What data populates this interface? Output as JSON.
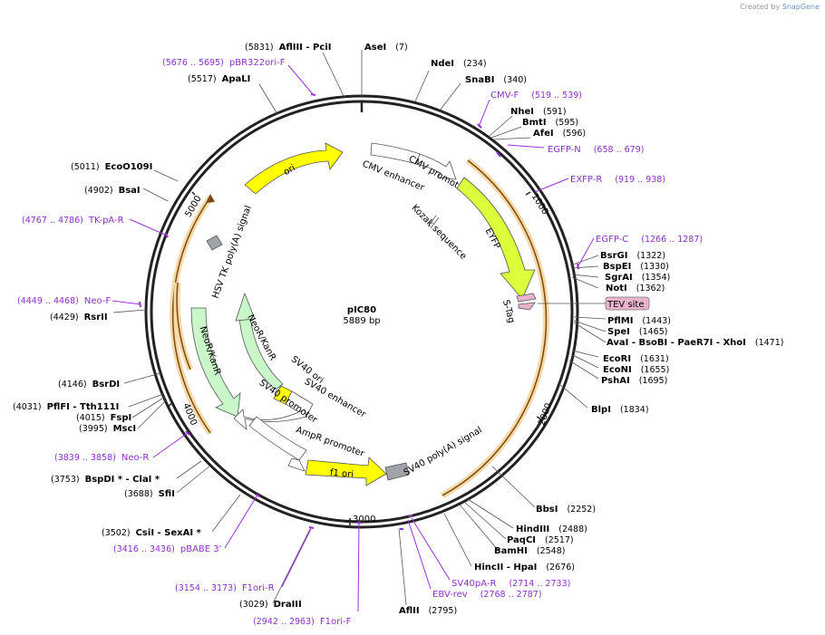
{
  "credit": {
    "prefix": "Created by",
    "brand": "SnapGene"
  },
  "plasmid": {
    "name": "pIC80",
    "length": "5889 bp"
  },
  "ticks": [
    "1000",
    "2000",
    "3000",
    "4000",
    "5000"
  ],
  "enzymes": [
    {
      "id": "afliii-pcii",
      "label": "AflIII  - PciI",
      "pos": "(5831)"
    },
    {
      "id": "asei",
      "label": "AseI",
      "pos": "(7)"
    },
    {
      "id": "ndei",
      "label": "NdeI",
      "pos": "(234)"
    },
    {
      "id": "snabi",
      "label": "SnaBI",
      "pos": "(340)"
    },
    {
      "id": "apali",
      "label": "ApaLI",
      "pos": "(5517)"
    },
    {
      "id": "nhei",
      "label": "NheI",
      "pos": "(591)"
    },
    {
      "id": "bmti",
      "label": "BmtI",
      "pos": "(595)"
    },
    {
      "id": "afei",
      "label": "AfeI",
      "pos": "(596)"
    },
    {
      "id": "ecoo109i",
      "label": "EcoO109I",
      "pos": "(5011)"
    },
    {
      "id": "bsai",
      "label": "BsaI",
      "pos": "(4902)"
    },
    {
      "id": "bsrgi",
      "label": "BsrGI",
      "pos": "(1322)"
    },
    {
      "id": "bspei",
      "label": "BspEI",
      "pos": "(1330)"
    },
    {
      "id": "sgrai",
      "label": "SgrAI",
      "pos": "(1354)"
    },
    {
      "id": "noti",
      "label": "NotI",
      "pos": "(1362)"
    },
    {
      "id": "rsrii",
      "label": "RsrII",
      "pos": "(4429)"
    },
    {
      "id": "pflmi",
      "label": "PflMI",
      "pos": "(1443)"
    },
    {
      "id": "spei",
      "label": "SpeI",
      "pos": "(1465)"
    },
    {
      "id": "avai",
      "label": "AvaI   - BsoBI   - PaeR7I   - XhoI",
      "pos": "(1471)"
    },
    {
      "id": "ecori",
      "label": "EcoRI",
      "pos": "(1631)"
    },
    {
      "id": "econi",
      "label": "EcoNI",
      "pos": "(1655)"
    },
    {
      "id": "pshai",
      "label": "PshAI",
      "pos": "(1695)"
    },
    {
      "id": "bsrdi",
      "label": "BsrDI",
      "pos": "(4146)"
    },
    {
      "id": "pflfi",
      "label": "PflFI   - Tth111I",
      "pos": "(4031)"
    },
    {
      "id": "fspi",
      "label": "FspI",
      "pos": "(4015)"
    },
    {
      "id": "msci",
      "label": "MscI",
      "pos": "(3995)"
    },
    {
      "id": "blpi",
      "label": "BlpI",
      "pos": "(1834)"
    },
    {
      "id": "bspdi",
      "label": "BspDI *  - ClaI *",
      "pos": "(3753)"
    },
    {
      "id": "sfii",
      "label": "SfiI",
      "pos": "(3688)"
    },
    {
      "id": "bbsi",
      "label": "BbsI",
      "pos": "(2252)"
    },
    {
      "id": "hindiii",
      "label": "HindIII",
      "pos": "(2488)"
    },
    {
      "id": "paqci",
      "label": "PaqCI",
      "pos": "(2517)"
    },
    {
      "id": "bamhi",
      "label": "BamHI",
      "pos": "(2548)"
    },
    {
      "id": "csii",
      "label": "CsiI   - SexAI *",
      "pos": "(3502)"
    },
    {
      "id": "hincii",
      "label": "HincII  - HpaI",
      "pos": "(2676)"
    },
    {
      "id": "draiii",
      "label": "DraIII",
      "pos": "(3029)"
    },
    {
      "id": "afiii",
      "label": "AflII",
      "pos": "(2795)"
    }
  ],
  "primers": [
    {
      "id": "pbr322ori-f",
      "label": "pBR322ori-F",
      "range": "(5676 .. 5695)"
    },
    {
      "id": "cmv-f",
      "label": "CMV-F",
      "range": "(519 .. 539)"
    },
    {
      "id": "egfp-n",
      "label": "EGFP-N",
      "range": "(658 .. 679)"
    },
    {
      "id": "exfp-r",
      "label": "EXFP-R",
      "range": "(919 .. 938)"
    },
    {
      "id": "tk-pa-r",
      "label": "TK-pA-R",
      "range": "(4767 .. 4786)"
    },
    {
      "id": "egfp-c",
      "label": "EGFP-C",
      "range": "(1266 .. 1287)"
    },
    {
      "id": "neo-f",
      "label": "Neo-F",
      "range": "(4449 .. 4468)"
    },
    {
      "id": "neo-r",
      "label": "Neo-R",
      "range": "(3839 .. 3858)"
    },
    {
      "id": "pbabe3",
      "label": "pBABE 3'",
      "range": "(3416 .. 3436)"
    },
    {
      "id": "f1ori-r",
      "label": "F1ori-R",
      "range": "(3154 .. 3173)"
    },
    {
      "id": "f1ori-f",
      "label": "F1ori-F",
      "range": "(2942 .. 2963)"
    },
    {
      "id": "sv40pa-r",
      "label": "SV40pA-R",
      "range": "(2714 .. 2733)"
    },
    {
      "id": "ebv-rev",
      "label": "EBV-rev",
      "range": "(2768 .. 2787)"
    }
  ],
  "features": {
    "ori": "ori",
    "cmv_enhancer": "CMV enhancer",
    "cmv_promoter": "CMV promoter",
    "eyfp": "EYFP",
    "kozak": "Kozak sequence",
    "stag": "S-Tag",
    "tev": "TEV site",
    "hsv_tk": "HSV TK poly(A) signal",
    "neor_outer": "NeoR/KanR",
    "neor_inner": "NeoR/KanR",
    "sv40_ori": "SV40 ori",
    "sv40_enh": "SV40 enhancer",
    "sv40_prom": "SV40 promoter",
    "ampr_prom": "AmpR promoter",
    "f1ori": "f1 ori",
    "sv40_pa": "SV40 poly(A) signal"
  },
  "colors": {
    "backbone": "#222222",
    "primer": "#9b30d9",
    "orf": "#e8a33a",
    "ori": "#ffff00",
    "eyfp": "#dbff3a",
    "neor": "#c9f7c9",
    "promoter": "#ffffff",
    "polya": "#a0a4a8",
    "tev": "#e7b4cc"
  }
}
